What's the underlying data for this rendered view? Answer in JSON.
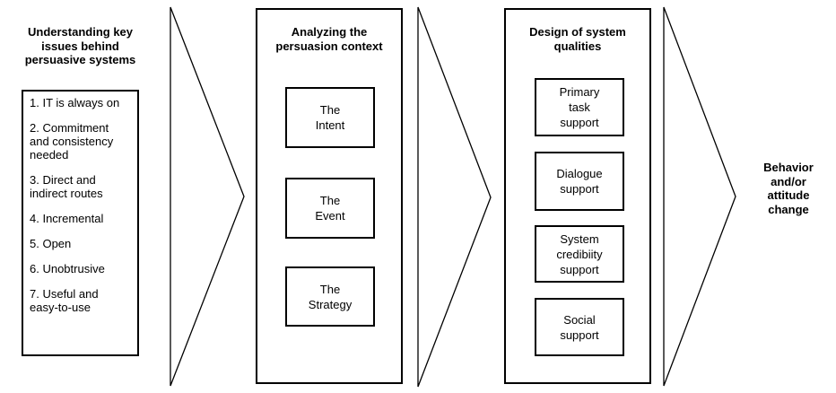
{
  "colors": {
    "line": "#000000",
    "background": "#ffffff",
    "text": "#000000"
  },
  "stages": [
    {
      "title": "Understanding key\nissues behind\npersuasive systems",
      "items": [
        "1. IT is always on",
        "2. Commitment\nand consistency\nneeded",
        "3. Direct and\nindirect routes",
        "4. Incremental",
        "5. Open",
        "6. Unobtrusive",
        "7. Useful and\neasy-to-use"
      ]
    },
    {
      "title": "Analyzing the\npersuasion context",
      "boxes": [
        "The\nIntent",
        "The\nEvent",
        "The\nStrategy"
      ]
    },
    {
      "title": "Design of system\nqualities",
      "boxes": [
        "Primary\ntask\nsupport",
        "Dialogue\nsupport",
        "System\ncredibiity\nsupport",
        "Social\nsupport"
      ]
    }
  ],
  "outcome": "Behavior\nand/or\nattitude\nchange"
}
